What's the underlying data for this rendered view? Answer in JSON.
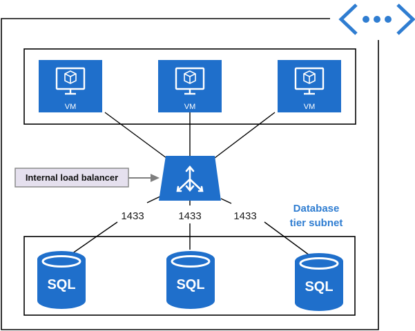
{
  "vnet": {
    "icon": "virtual-network-icon",
    "icon_color": "#2f7dd1"
  },
  "vms": [
    {
      "label": "VM",
      "icon": "vm-icon"
    },
    {
      "label": "VM",
      "icon": "vm-icon"
    },
    {
      "label": "VM",
      "icon": "vm-icon"
    }
  ],
  "load_balancer": {
    "callout": "Internal load balancer",
    "icon": "load-balancer-icon"
  },
  "ports": [
    "1433",
    "1433",
    "1433"
  ],
  "databases": [
    {
      "label": "SQL",
      "icon": "sql-database-icon"
    },
    {
      "label": "SQL",
      "icon": "sql-database-icon"
    },
    {
      "label": "SQL",
      "icon": "sql-database-icon"
    }
  ],
  "subnet": {
    "line1": "Database",
    "line2": "tier subnet"
  },
  "colors": {
    "azure_blue": "#1f6fcb",
    "callout_fill": "#e5e0ee",
    "callout_border": "#8a8a8a",
    "label_blue": "#2f7dd1"
  }
}
